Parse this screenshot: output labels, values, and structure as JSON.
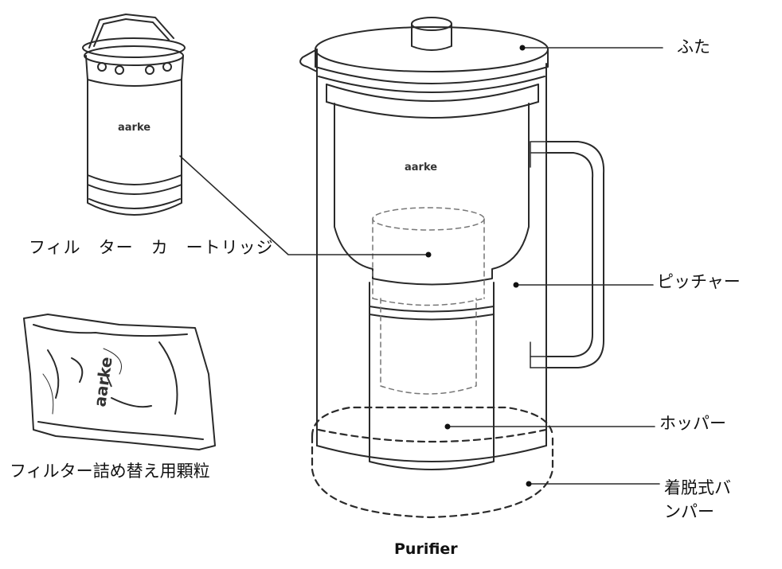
{
  "title": "Purifier",
  "brand_text": "aarke",
  "colors": {
    "line": "#2a2a2a",
    "label": "#111111",
    "background": "#ffffff"
  },
  "labels": {
    "lid": "ふた",
    "pitcher": "ピッチャー",
    "hopper": "ホッパー",
    "bumper_line1": "着脱式バ",
    "bumper_line2": "ンパー",
    "filter_cartridge": "フィル　ター　カ　ートリッジ",
    "filter_refill": "フィルター詰め替え用顆粒"
  }
}
